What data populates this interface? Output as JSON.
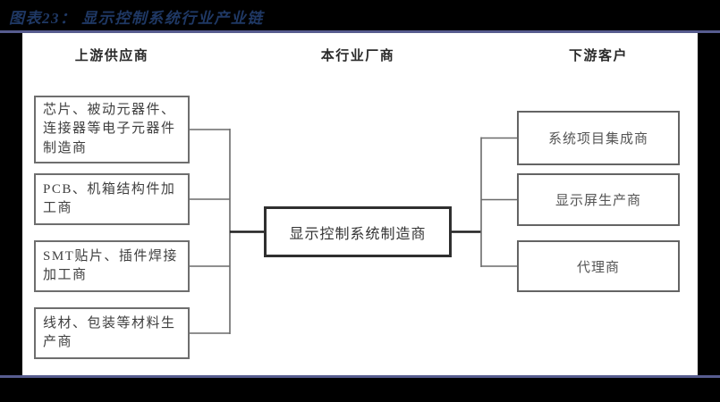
{
  "title": "图表23： 显示控制系统行业产业链",
  "columns": {
    "upstream": "上游供应商",
    "industry": "本行业厂商",
    "downstream": "下游客户"
  },
  "upstream_suppliers": [
    {
      "label": "芯片、被动元器件、连接器等电子元器件制造商"
    },
    {
      "label": "PCB、机箱结构件加工商"
    },
    {
      "label": "SMT贴片、插件焊接加工商"
    },
    {
      "label": "线材、包装等材料生产商"
    }
  ],
  "manufacturer": {
    "label": "显示控制系统制造商"
  },
  "downstream_customers": [
    {
      "label": "系统项目集成商"
    },
    {
      "label": "显示屏生产商"
    },
    {
      "label": "代理商"
    }
  ],
  "colors": {
    "title_navy": "#1f3864",
    "rule_navy": "#575c8f",
    "box_border_gray": "#6e6e6e",
    "center_border_dark": "#2f2f2f",
    "background_black": "#000000",
    "figure_white": "#ffffff"
  }
}
